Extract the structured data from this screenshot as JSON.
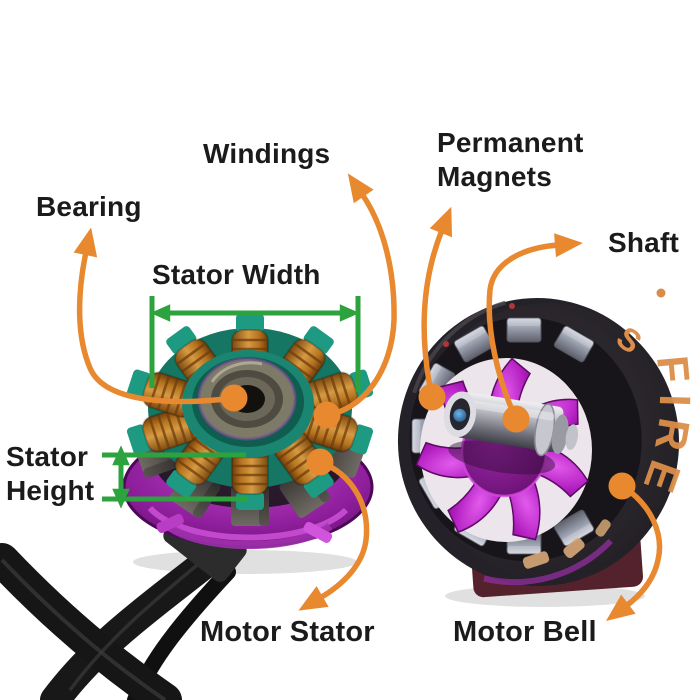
{
  "diagram": {
    "labels": {
      "bearing": "Bearing",
      "windings": "Windings",
      "permanent_magnets_line1": "Permanent",
      "permanent_magnets_line2": "Magnets",
      "shaft": "Shaft",
      "stator_width": "Stator Width",
      "stator_height_line1": "Stator",
      "stator_height_line2": "Height",
      "motor_stator": "Motor Stator",
      "motor_bell": "Motor Bell"
    },
    "side_text": "FIRE",
    "side_text_top": "S",
    "colors": {
      "callout_orange": "#e8882f",
      "dimension_green": "#2ca33e",
      "label_black": "#1b1b1b",
      "stator_teal": "#1f8f7c",
      "winding_copper": "#b5731f",
      "base_purple": "#9421a6",
      "hub_magenta": "#c226cc",
      "magnet_silver": "#9aa0ae",
      "bell_black": "#28252a",
      "background": "#ffffff"
    }
  }
}
